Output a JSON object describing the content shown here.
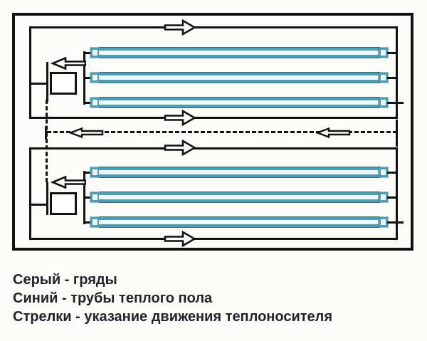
{
  "colors": {
    "pipe_blue": "#4f9db5",
    "pipe_fill": "#ecf8fb",
    "line": "#121212",
    "text": "#23222b",
    "background": "#fcfcf9",
    "arrow_fill": "#ffffff"
  },
  "legend": {
    "lines": [
      {
        "label": "Серый - гряды"
      },
      {
        "label": "Синий - трубы теплого пола"
      },
      {
        "label": "Стрелки - указание движения теплоносителя"
      }
    ]
  }
}
